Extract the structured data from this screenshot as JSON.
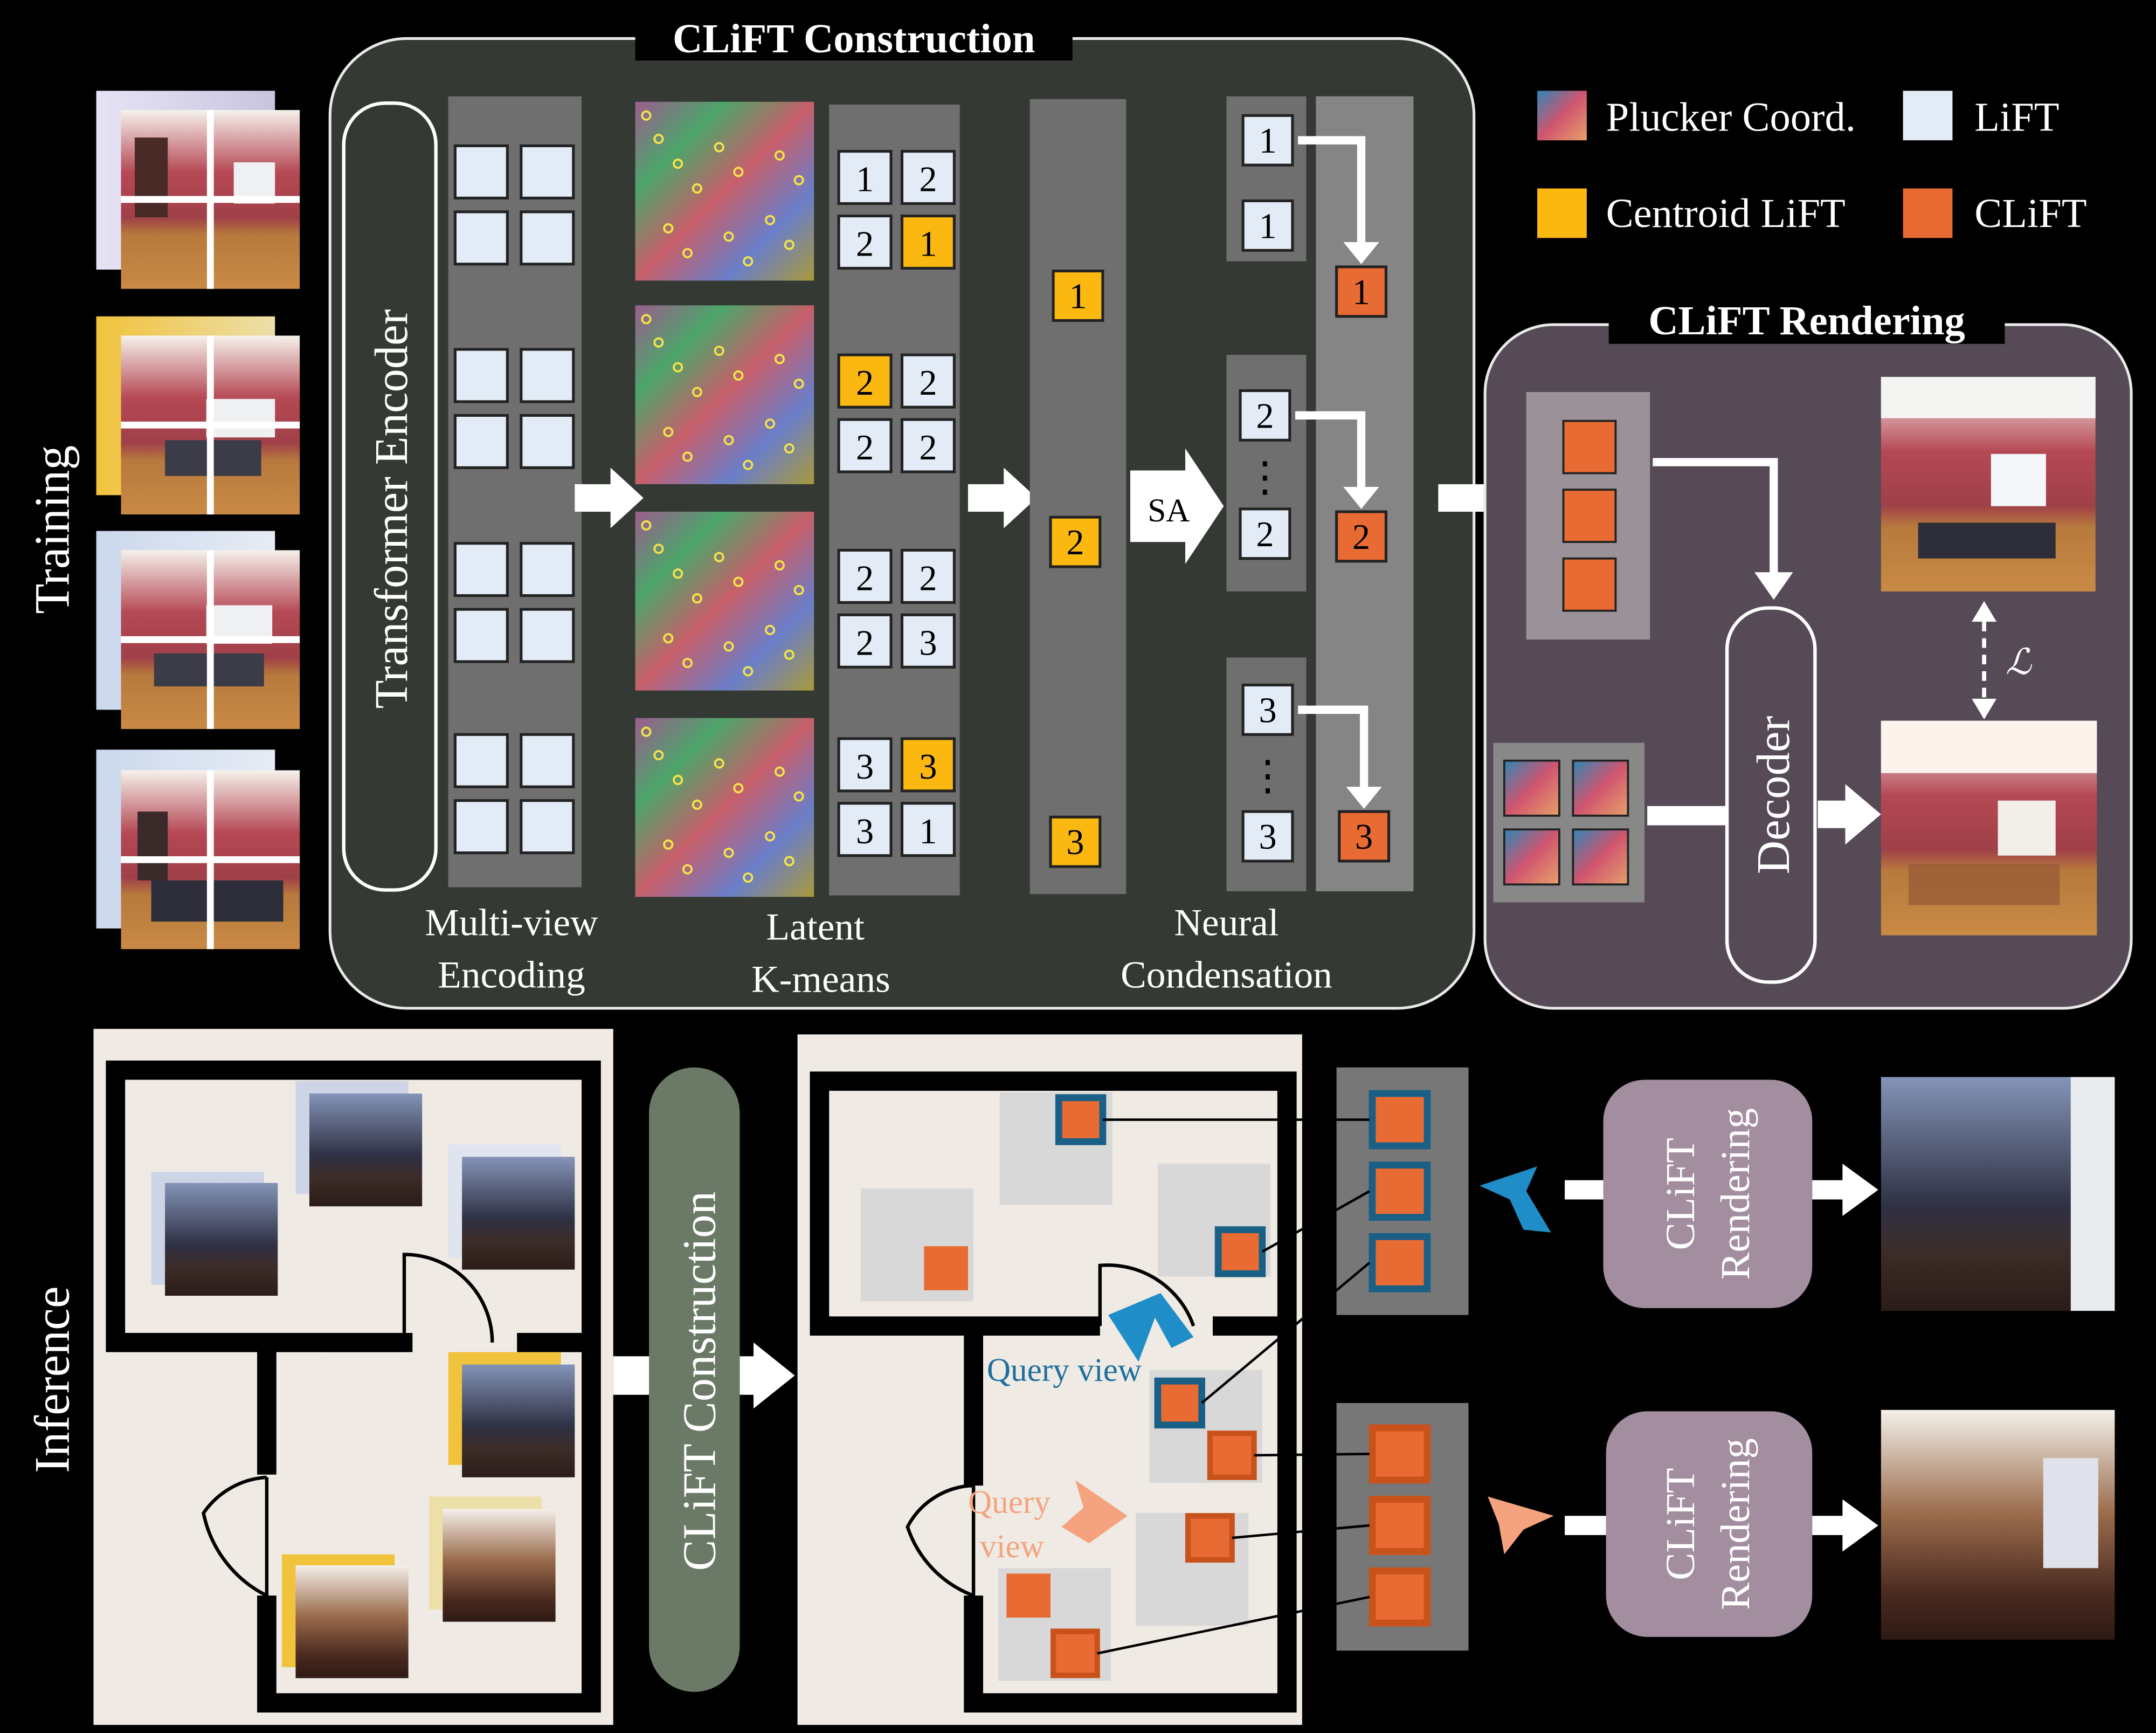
{
  "colors": {
    "lift": "#e3ecf6",
    "centroid": "#fbb811",
    "clift": "#e76b32",
    "frame_blue": "#1a5f86",
    "frame_orange": "#c9511b",
    "query_blue": "#1f8ec8",
    "query_orange": "#f4a37e",
    "panel_dark": "#343a33",
    "panel_mauve": "#554a56",
    "floor": "#efebe4",
    "rendering_box": "#a38e9f",
    "construction_box": "#6b7a66"
  },
  "side_labels": {
    "training": "Training",
    "inference": "Inference"
  },
  "construction": {
    "title": "CLiFT Construction",
    "encoder": "Transformer Encoder",
    "stage_multiview": [
      "Multi-view",
      "Encoding"
    ],
    "stage_kmeans": [
      "Latent",
      "K-means"
    ],
    "stage_condensation": [
      "Neural",
      "Condensation"
    ],
    "kmeans_grid": [
      [
        "1",
        "2",
        "2",
        "1"
      ],
      [
        "2",
        "2",
        "2",
        "2"
      ],
      [
        "2",
        "2",
        "2",
        "3"
      ],
      [
        "3",
        "3",
        "3",
        "1"
      ]
    ],
    "centroids": [
      "1",
      "2",
      "3"
    ],
    "sa": "SA",
    "cond_groups": [
      [
        "1",
        "1"
      ],
      [
        "2",
        "2"
      ],
      [
        "3",
        "3"
      ]
    ],
    "clift_out": [
      "1",
      "2",
      "3"
    ],
    "vdots": "⋮"
  },
  "legend": {
    "plucker": "Plucker Coord.",
    "lift": "LiFT",
    "centroid": "Centroid LiFT",
    "clift": "CLiFT"
  },
  "rendering": {
    "title": "CLiFT Rendering",
    "decoder": "Decoder",
    "loss": "ℒ"
  },
  "inference": {
    "construction": "CLiFT Construction",
    "query_blue": "Query view",
    "query_orange": [
      "Query",
      "view"
    ],
    "rendering_box_1": [
      "CLiFT",
      "Rendering"
    ],
    "rendering_box_2": [
      "CLiFT",
      "Rendering"
    ]
  },
  "icons": [
    "right-arrow-icon",
    "down-arrow-icon",
    "camera-icon",
    "door-icon",
    "vertical-dots-icon"
  ]
}
